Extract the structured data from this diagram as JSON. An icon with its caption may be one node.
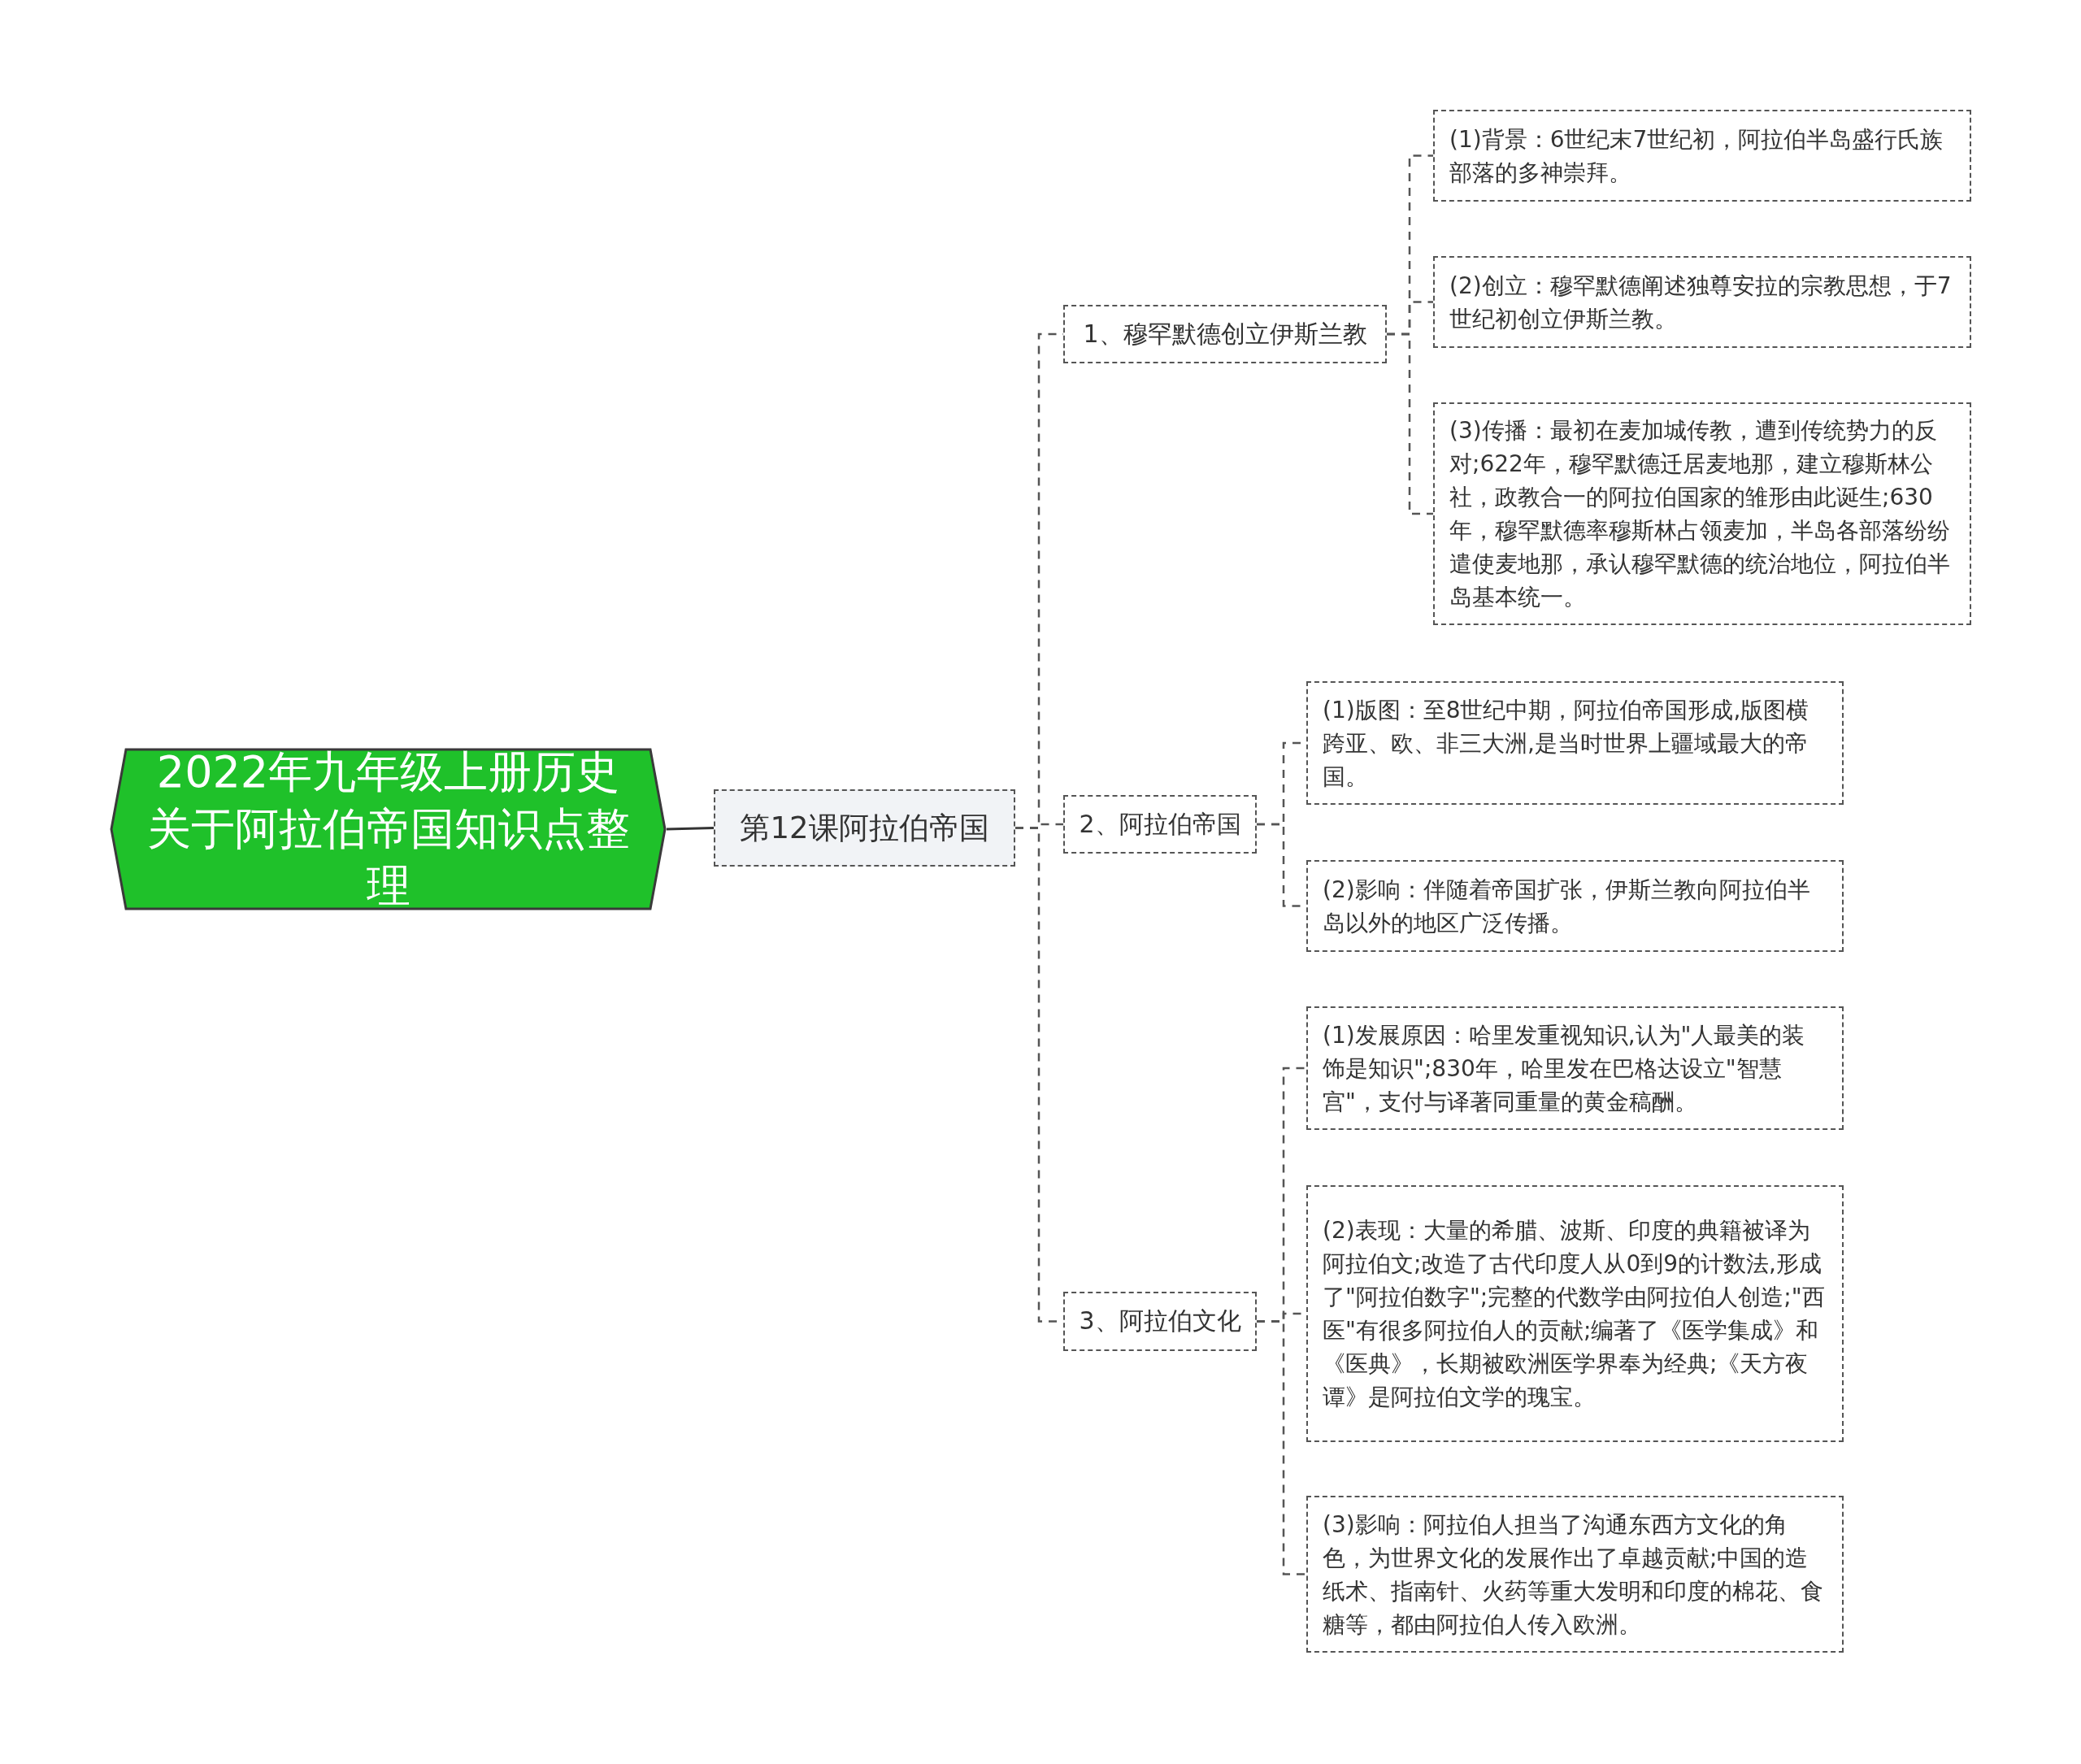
{
  "diagram": {
    "nodes": [
      {
        "text": [
          "2022年九年级上册历史关于阿拉伯帝国知识点整理"
        ]
      },
      {
        "text": [
          "第12课阿拉伯帝国"
        ]
      },
      {
        "text": [
          "1、穆罕默德创立伊斯兰教"
        ]
      },
      {
        "text": [
          "(1)背景：6世纪末7世纪初，阿拉伯半岛盛行氏族部落的多神崇拜。"
        ]
      },
      {
        "text": [
          "(2)创立：穆罕默德阐述独尊安拉的宗教思想，于7世纪初创立伊斯兰教。"
        ]
      },
      {
        "text": [
          "(3)传播：最初在麦加城传教，遭到传统势力的反对;622年，穆罕默德迁居麦地那，建立穆斯林公社，政教合一的阿拉伯国家的雏形由此诞生;630年，穆罕默德率穆斯林占领麦加，半岛各部落纷纷遣使麦地那，承认穆罕默德的统治地位，阿拉伯半岛基本统一。"
        ]
      },
      {
        "text": [
          "2、阿拉伯帝国"
        ]
      },
      {
        "text": [
          "(1)版图：至8世纪中期，阿拉伯帝国形成,版图横跨亚、欧、非三大洲,是当时世界上疆域最大的帝国。"
        ]
      },
      {
        "text": [
          "(2)影响：伴随着帝国扩张，伊斯兰教向阿拉伯半岛以外的地区广泛传播。"
        ]
      },
      {
        "text": [
          "3、阿拉伯文化"
        ]
      },
      {
        "text": [
          "(1)发展原因：哈里发重视知识,认为\"人最美的装饰是知识\";830年，哈里发在巴格达设立\"智慧宫\"，支付与译著同重量的黄金稿酬。"
        ]
      },
      {
        "text": [
          "(2)表现：大量的希腊、波斯、印度的典籍被译为阿拉伯文;改造了古代印度人从0到9的计数法,形成了\"阿拉伯数字\";完整的代数学由阿拉伯人创造;\"西医\"有很多阿拉伯人的贡献;编著了《医学集成》和《医典》，长期被欧洲医学界奉为经典;《天方夜谭》是阿拉伯文学的瑰宝。"
        ]
      },
      {
        "text": [
          "(3)影响：阿拉伯人担当了沟通东西方文化的角色，为世界文化的发展作出了卓越贡献;中国的造纸术、指南针、火药等重大发明和印度的棉花、食糖等，都由阿拉伯人传入欧洲。"
        ]
      }
    ],
    "edges": [
      {
        "from": 0,
        "to": 1,
        "arrow": "none"
      },
      {
        "from": 1,
        "to": 2,
        "arrow": "none",
        "style": "dashed"
      },
      {
        "from": 1,
        "to": 6,
        "arrow": "none",
        "style": "dashed"
      },
      {
        "from": 1,
        "to": 9,
        "arrow": "none",
        "style": "dashed"
      },
      {
        "from": 2,
        "to": 3,
        "arrow": "none",
        "style": "dashed"
      },
      {
        "from": 2,
        "to": 4,
        "arrow": "none",
        "style": "dashed"
      },
      {
        "from": 2,
        "to": 5,
        "arrow": "none",
        "style": "dashed"
      },
      {
        "from": 6,
        "to": 7,
        "arrow": "none",
        "style": "dashed"
      },
      {
        "from": 6,
        "to": 8,
        "arrow": "none",
        "style": "dashed"
      },
      {
        "from": 9,
        "to": 10,
        "arrow": "none",
        "style": "dashed"
      },
      {
        "from": 9,
        "to": 11,
        "arrow": "none",
        "style": "dashed"
      },
      {
        "from": 9,
        "to": 12,
        "arrow": "none",
        "style": "dashed"
      }
    ]
  }
}
